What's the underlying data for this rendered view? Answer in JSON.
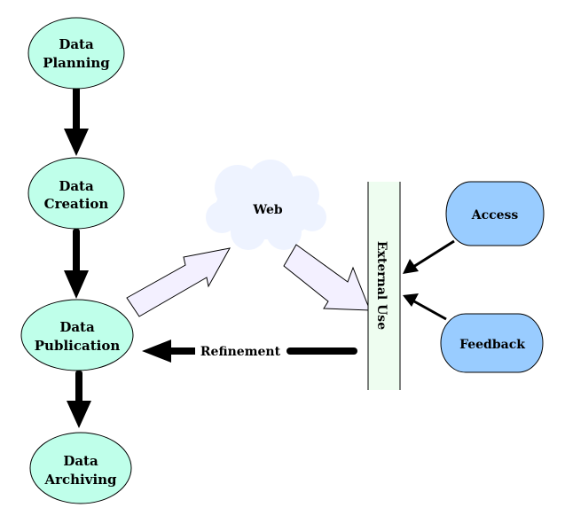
{
  "diagram": {
    "lifecycle_nodes": [
      {
        "line1": "Data",
        "line2": "Planning"
      },
      {
        "line1": "Data",
        "line2": "Creation"
      },
      {
        "line1": "Data",
        "line2": "Publication"
      },
      {
        "line1": "Data",
        "line2": "Archiving"
      }
    ],
    "web_node": {
      "label": "Web"
    },
    "external_use": {
      "label": "External Use"
    },
    "side_nodes": [
      {
        "label": "Access"
      },
      {
        "label": "Feedback"
      }
    ],
    "refinement": {
      "label": "Refinement"
    },
    "colors": {
      "lifecycle_fill": "#bfffea",
      "cloud_fill": "#eef3ff",
      "bar_fill": "#eefdf0",
      "side_fill": "#99ccff",
      "block_arrow_fill": "#f3f0ff"
    }
  }
}
